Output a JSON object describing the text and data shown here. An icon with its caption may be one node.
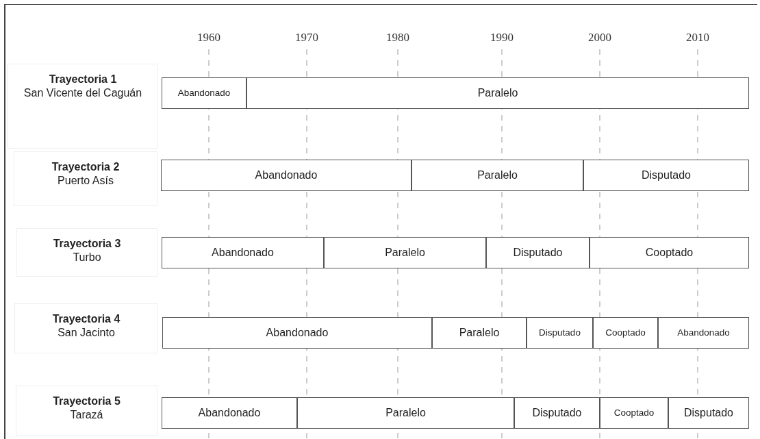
{
  "diagram": {
    "nodes": [
      {
        "text": [
          "Trayectoria 1",
          "San Vicente del Caguán"
        ]
      },
      {
        "text": [
          "Abandonado"
        ]
      },
      {
        "text": [
          "Paralelo"
        ]
      },
      {
        "text": [
          "Trayectoria 2",
          "Puerto Asís"
        ]
      },
      {
        "text": [
          "Abandonado"
        ]
      },
      {
        "text": [
          "Paralelo"
        ]
      },
      {
        "text": [
          "Disputado"
        ]
      },
      {
        "text": [
          "Trayectoria 3",
          "Turbo"
        ]
      },
      {
        "text": [
          "Abandonado"
        ]
      },
      {
        "text": [
          "Paralelo"
        ]
      },
      {
        "text": [
          "Disputado"
        ]
      },
      {
        "text": [
          "Cooptado"
        ]
      },
      {
        "text": [
          "Trayectoria 4",
          "San Jacinto"
        ]
      },
      {
        "text": [
          "Abandonado"
        ]
      },
      {
        "text": [
          "Paralelo"
        ]
      },
      {
        "text": [
          "Disputado"
        ]
      },
      {
        "text": [
          "Cooptado"
        ]
      },
      {
        "text": [
          "Abandonado"
        ]
      },
      {
        "text": [
          "Trayectoria 5",
          "Tarazá"
        ]
      },
      {
        "text": [
          "Abandonado"
        ]
      },
      {
        "text": [
          "Paralelo"
        ]
      },
      {
        "text": [
          "Disputado"
        ]
      },
      {
        "text": [
          "Cooptado"
        ]
      },
      {
        "text": [
          "Disputado"
        ]
      }
    ],
    "labels": [
      "1960",
      "1970",
      "1980",
      "1990",
      "2000",
      "2010"
    ]
  }
}
